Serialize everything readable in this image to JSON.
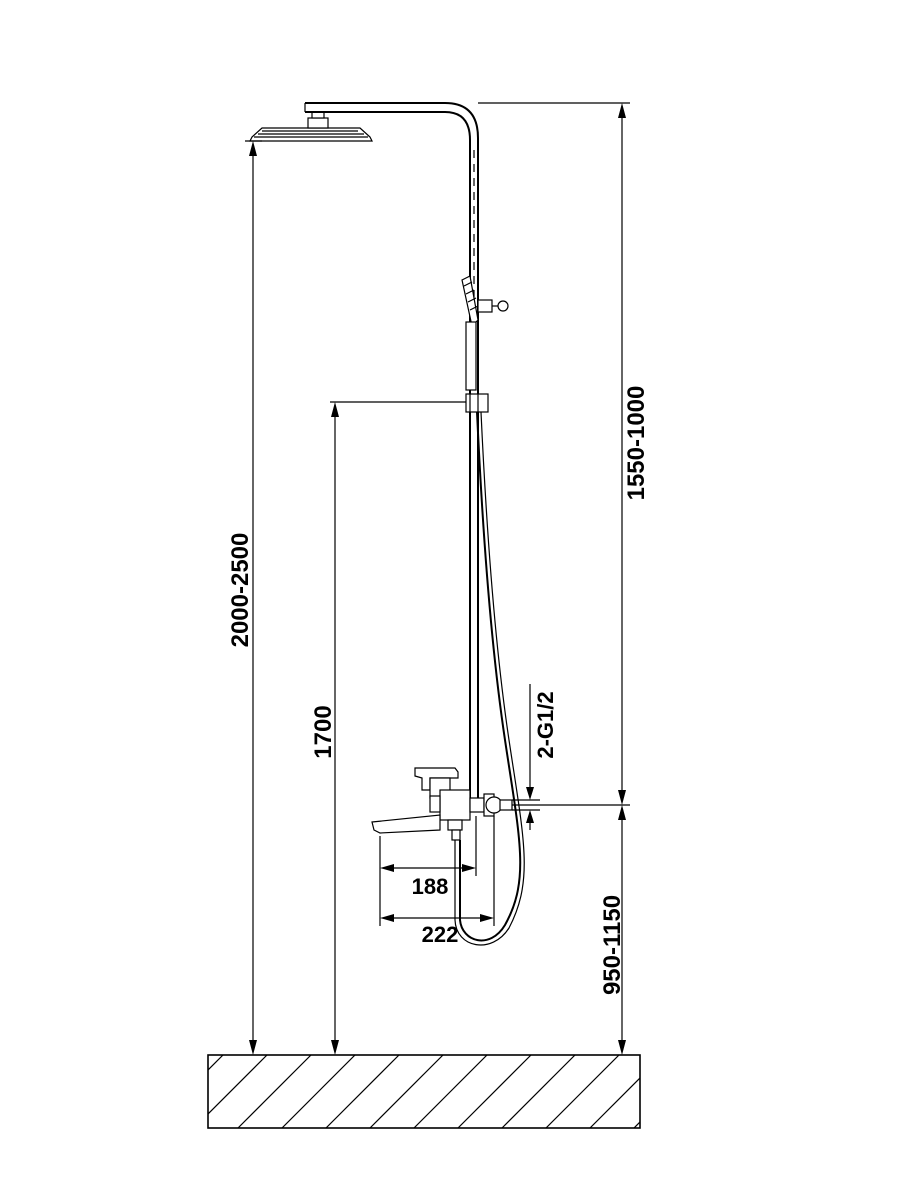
{
  "dimensions": {
    "total_height": "2000-2500",
    "slider_height": "1700",
    "upper_range": "1550-1000",
    "mixer_height": "950-1150",
    "thread": "2-G1/2",
    "spout_short": "188",
    "spout_long": "222"
  }
}
